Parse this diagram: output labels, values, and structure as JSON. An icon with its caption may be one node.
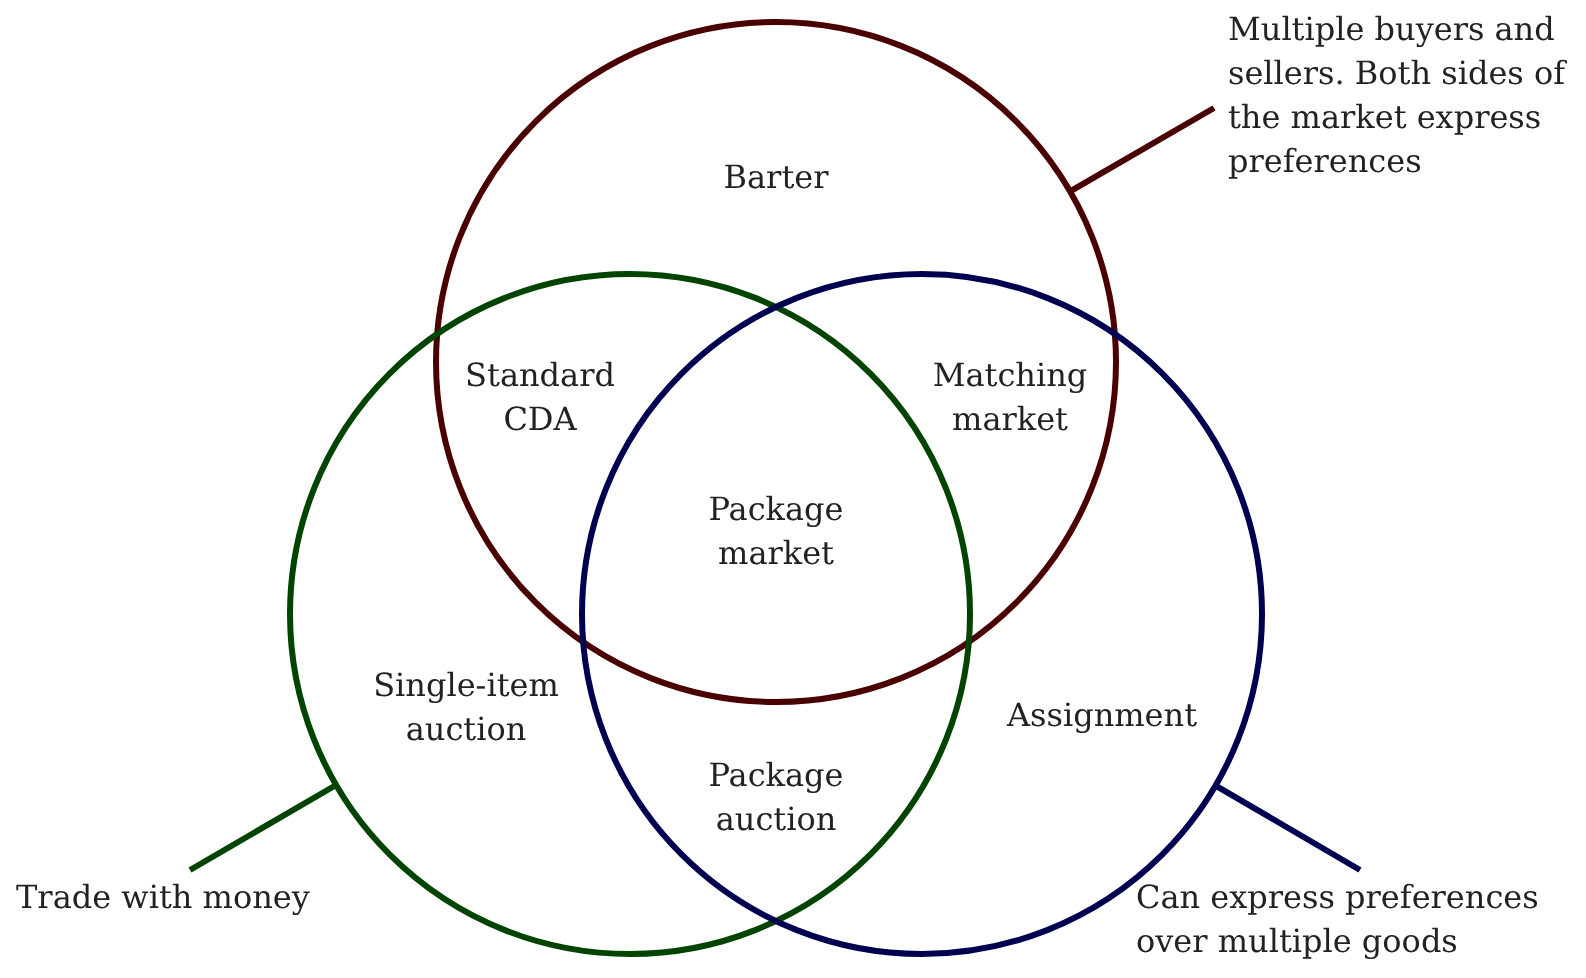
{
  "diagram": {
    "nodes": [
      {
        "text": [],
        "shape": "circle"
      },
      {
        "text": [],
        "shape": "circle"
      },
      {
        "text": [],
        "shape": "circle"
      },
      {
        "text": [
          "Multiple buyers and sellers. Both sides of the market express preferences"
        ]
      },
      {
        "text": [
          "Trade with money"
        ]
      },
      {
        "text": [
          "Can express preferences over multiple goods"
        ]
      }
    ],
    "edges": [
      {
        "from": 3,
        "to": 0,
        "arrow": "none",
        "color": "#4a0000"
      },
      {
        "from": 4,
        "to": 1,
        "arrow": "none",
        "color": "#004400"
      },
      {
        "from": 5,
        "to": 2,
        "arrow": "none",
        "color": "#000050"
      }
    ],
    "labels": [
      "Barter",
      "Standard CDA",
      "Matching market",
      "Package market",
      "Single-item auction",
      "Assignment",
      "Package auction"
    ]
  }
}
